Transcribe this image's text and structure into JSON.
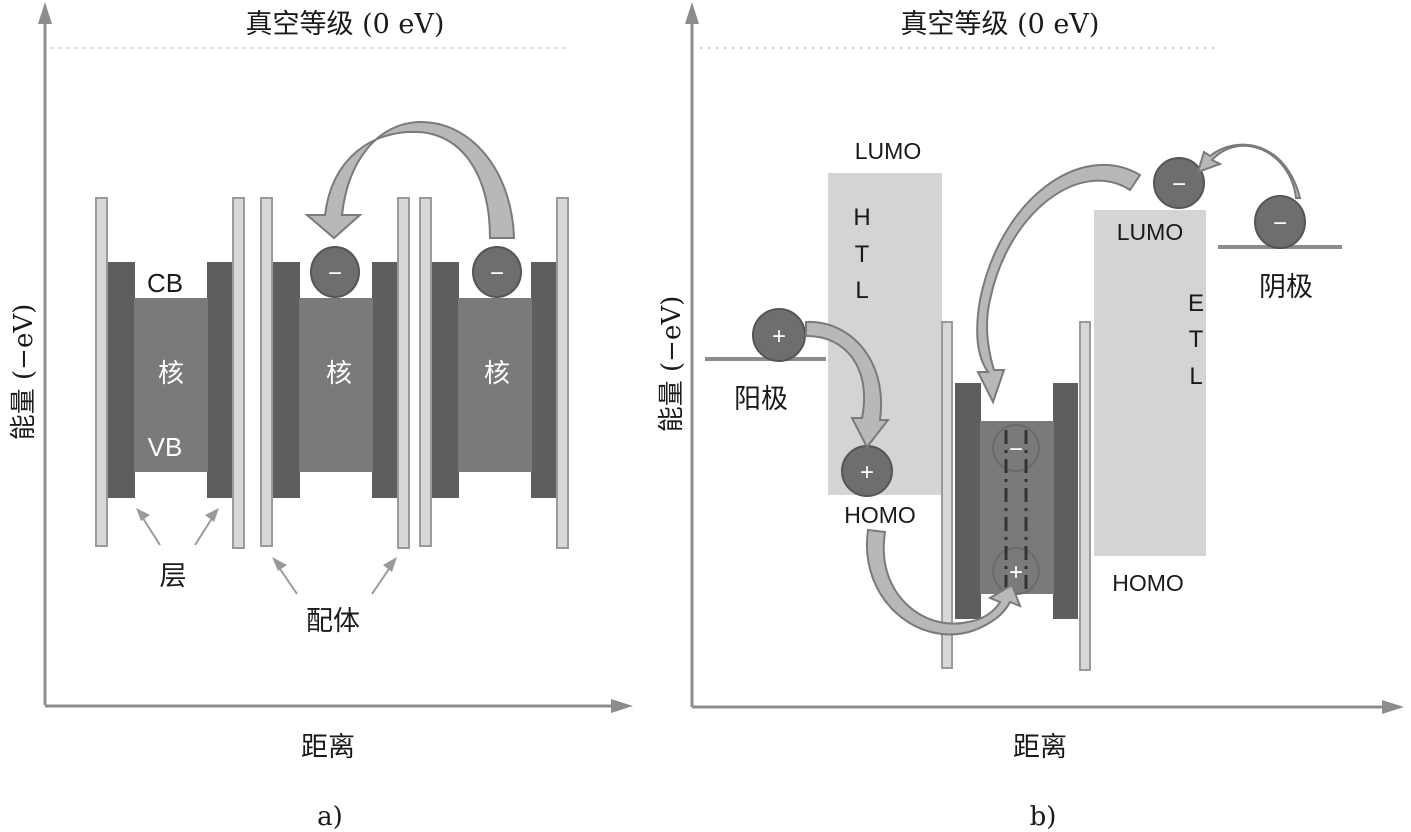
{
  "colors": {
    "axis": "#8c8c8c",
    "shell": "#5e5e5e",
    "core": "#7a7a7a",
    "ligand_fill": "#d8d8d8",
    "ligand_stroke": "#9a9a9a",
    "transport_layer": "#d4d4d4",
    "carrier": "#6e6e6e",
    "arrow_fill": "#b8b8b8",
    "arrow_stroke": "#7a7a7a",
    "vacuum_line": "#d6d6d6",
    "text": "#1a1a1a"
  },
  "panel_a": {
    "vacuum_label": "真空等级 (0 eV)",
    "y_axis_label": "能量 (−eV)",
    "x_axis_label": "距离",
    "caption": "a)",
    "band_labels": {
      "cb": "CB",
      "vb": "VB"
    },
    "core_labels": [
      "核",
      "核",
      "核"
    ],
    "carrier_symbols": [
      "−",
      "−"
    ],
    "shell_label": "层",
    "ligand_label": "配体"
  },
  "panel_b": {
    "vacuum_label": "真空等级 (0 eV)",
    "y_axis_label": "能量 (−eV)",
    "x_axis_label": "距离",
    "caption": "b)",
    "htl": {
      "lumo": "LUMO",
      "homo": "HOMO",
      "letters": [
        "H",
        "T",
        "L"
      ]
    },
    "etl": {
      "lumo": "LUMO",
      "homo": "HOMO",
      "letters": [
        "E",
        "T",
        "L"
      ]
    },
    "anode_label": "阳极",
    "cathode_label": "阴极",
    "hole_symbol": "+",
    "electron_symbol": "−",
    "exciton_symbols": {
      "electron": "−",
      "hole": "+"
    }
  }
}
